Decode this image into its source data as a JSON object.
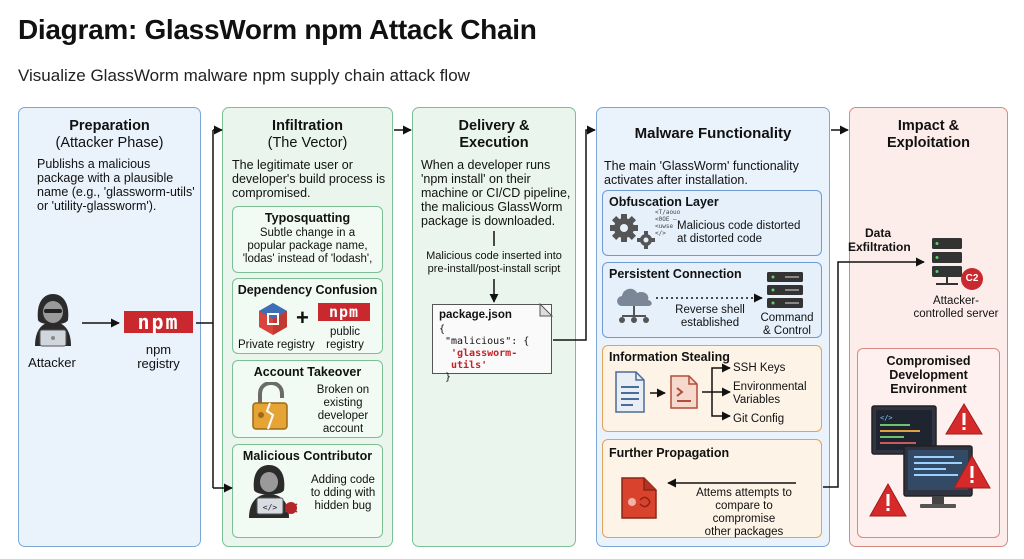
{
  "header": {
    "title": "Diagram: GlassWorm npm Attack Chain",
    "subtitle": "Visualize GlassWorm malware npm supply chain attack flow"
  },
  "preparation": {
    "title": "Preparation",
    "subtitle": "(Attacker Phase)",
    "text": [
      "Publishs a malicious",
      "package with a plausible",
      "name (e.g., 'glassworm-utils'",
      "or 'utility-glassworm')."
    ],
    "attacker_label": "Attacker",
    "npm_logo": "npm",
    "registry_label": [
      "npm",
      "registry"
    ]
  },
  "infiltration": {
    "title": "Infiltration",
    "subtitle": "(The Vector)",
    "text": [
      "The legitimate user or",
      "developer's build process is",
      "compromised."
    ],
    "typosquatting": {
      "title": "Typosquatting",
      "text": [
        "Subtle change in a",
        "popular package name,",
        "'lodas' instead of 'lodash',"
      ]
    },
    "dependency": {
      "title": "Dependency Confusion",
      "private_label": "Private registry",
      "plus": "+",
      "npm_logo": "npm",
      "public_label": [
        "public",
        "registry"
      ]
    },
    "takeover": {
      "title": "Account Takeover",
      "text": [
        "Broken on",
        "existing",
        "developer",
        "account"
      ]
    },
    "contributor": {
      "title": "Malicious Contributor",
      "text": [
        "Adding code",
        "to dding with",
        "hidden bug"
      ]
    }
  },
  "delivery": {
    "title": [
      "Delivery &",
      "Execution"
    ],
    "text": [
      "When a developer runs",
      "'npm install' on their",
      "machine or CI/CD pipeline,",
      "the malicious GlassWorm",
      "package is downloaded."
    ],
    "inserted": [
      "Malicious code inserted into",
      "pre-install/post-install script"
    ],
    "code": {
      "filename": "package.json",
      "line1": "{",
      "line2": "\"malicious\": {",
      "line3": "'glassworm-utils'",
      "line4": "}"
    }
  },
  "malware": {
    "title": "Malware Functionality",
    "text": [
      "The main 'GlassWorm' functionality",
      "activates after installation."
    ],
    "obfuscation": {
      "title": "Obfuscation Layer",
      "text": [
        "Malicious code distorted",
        "at distorted code"
      ],
      "code_glyphs": [
        "<T/aouo",
        "<0OE —",
        "<uwse",
        "</>"
      ]
    },
    "persistent": {
      "title": "Persistent Connection",
      "text": [
        "Reverse shell",
        "established"
      ],
      "server_label": [
        "Command",
        "& Control"
      ]
    },
    "stealing": {
      "title": "Information Stealing",
      "items": [
        "SSH Keys",
        "Environmental",
        "Variables",
        "Git Config"
      ]
    },
    "propagation": {
      "title": "Further Propagation",
      "text": [
        "Attems attempts to",
        "compare to compromise",
        "other packages"
      ]
    }
  },
  "impact": {
    "title": [
      "Impact &",
      "Exploitation"
    ],
    "exfil_label": [
      "Data",
      "Exfiltration"
    ],
    "c2_badge": "C2",
    "server_label": [
      "Attacker-",
      "controlled server"
    ],
    "compromised": {
      "title": [
        "Compromised",
        "Development",
        "Environment"
      ]
    }
  },
  "colors": {
    "blue_panel": "#eaf2fb",
    "green_panel": "#eaf5ee",
    "red_panel": "#fcedea",
    "npm_red": "#c8282e",
    "warning_red": "#d62a2a"
  }
}
